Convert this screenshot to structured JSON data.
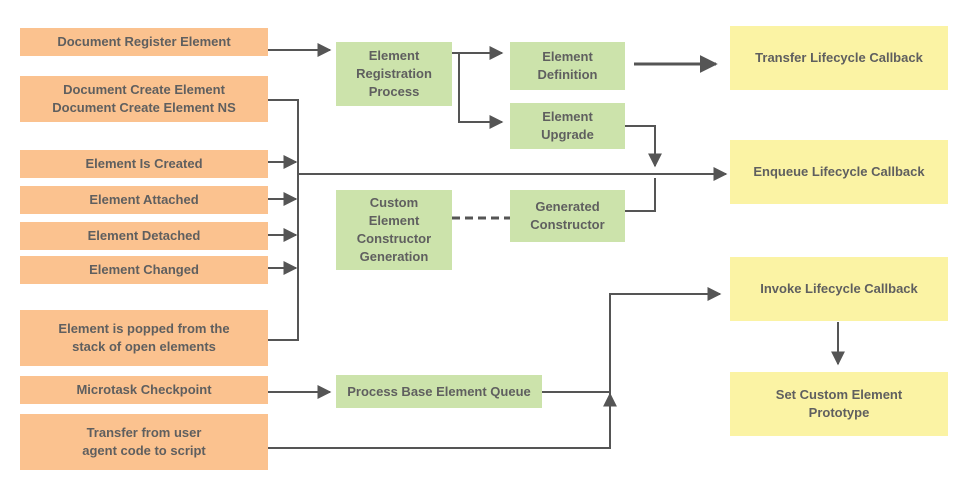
{
  "colors": {
    "source_fill": "#fbc28f",
    "process_fill": "#cce3ab",
    "callback_fill": "#fbf3a4",
    "text": "#5f5f5f",
    "connector": "#555555"
  },
  "sources": {
    "document_register_element": "Document Register Element",
    "document_create_element": "Document Create Element\nDocument Create Element NS",
    "element_is_created": "Element Is Created",
    "element_attached": "Element Attached",
    "element_detached": "Element Detached",
    "element_changed": "Element Changed",
    "element_popped": "Element is popped from the\nstack of open elements",
    "microtask_checkpoint": "Microtask Checkpoint",
    "transfer_from_user_agent": "Transfer from user\nagent code to script"
  },
  "processes": {
    "element_registration": "Element\nRegistration\nProcess",
    "element_definition": "Element\nDefinition",
    "element_upgrade": "Element\nUpgrade",
    "custom_element_constructor_generation": "Custom\nElement\nConstructor\nGeneration",
    "generated_constructor": "Generated\nConstructor",
    "process_base_element_queue": "Process Base Element Queue"
  },
  "callbacks": {
    "transfer_lifecycle": "Transfer Lifecycle Callback",
    "enqueue_lifecycle": "Enqueue Lifecycle Callback",
    "invoke_lifecycle": "Invoke Lifecycle Callback",
    "set_custom_element_prototype": "Set Custom Element\nPrototype"
  }
}
